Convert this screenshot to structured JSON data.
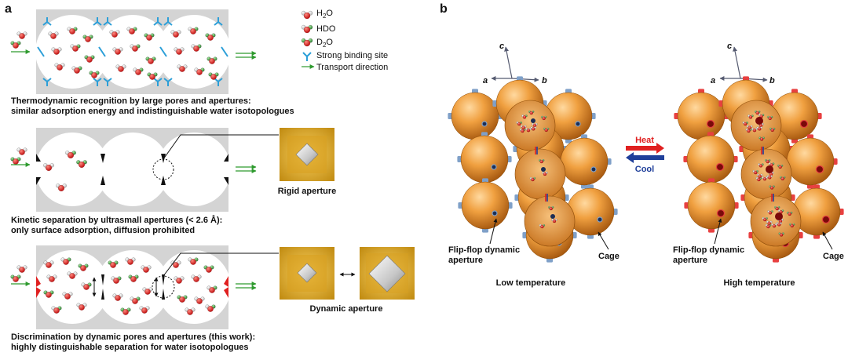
{
  "panel_a": {
    "label": "a",
    "legend": {
      "h2o": "H2O",
      "hdo": "HDO",
      "d2o": "D2O",
      "binding": "Strong binding site",
      "transport": "Transport direction"
    },
    "row1_caption_1": "Thermodynamic recognition by large pores and apertures:",
    "row1_caption_2": "similar adsorption energy and indistinguishable water isotopologues",
    "row2_caption_1": "Kinetic separation by ultrasmall apertures (< 2.6 Å):",
    "row2_caption_2": "only surface adsorption, diffusion prohibited",
    "row2_inset": "Rigid aperture",
    "row3_caption_1": "Discrimination by dynamic pores and apertures (this work):",
    "row3_caption_2": "highly distinguishable separation for water isotopologues",
    "row3_inset": "Dynamic aperture"
  },
  "panel_b": {
    "label": "b",
    "axes": {
      "a": "a",
      "b": "b",
      "c": "c"
    },
    "heat": "Heat",
    "cool": "Cool",
    "left_title": "Low temperature",
    "right_title": "High temperature",
    "flip_flop_1": "Flip-flop dynamic",
    "flip_flop_2": "aperture",
    "cage": "Cage"
  },
  "colors": {
    "hydrogen": "#ffffff",
    "oxygen": "#e02020",
    "deuterium": "#3aa040",
    "binding_site": "#2c9fd8",
    "transport_arrow": "#2e9a2e",
    "cage_orange": "#e8902a",
    "heat_arrow": "#e02020",
    "cool_arrow": "#1f3f9a",
    "gray_panel": "#d4d4d4"
  }
}
